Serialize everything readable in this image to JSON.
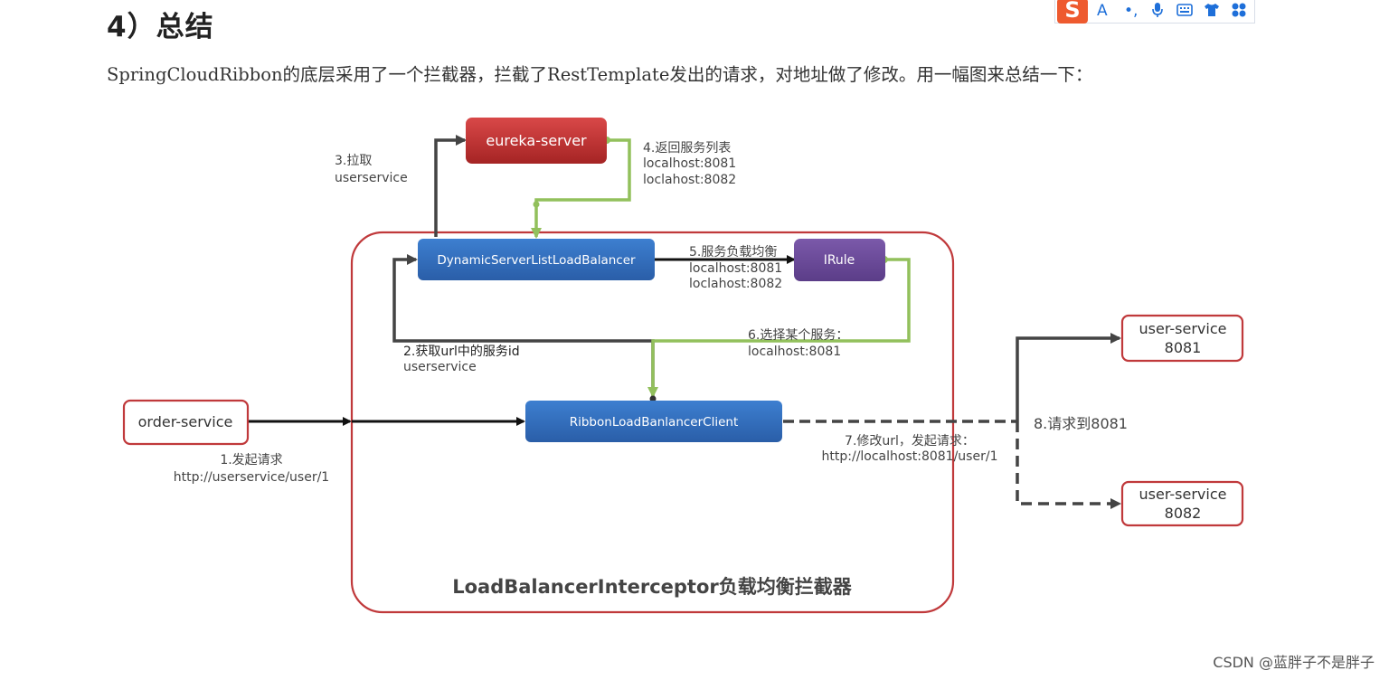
{
  "heading": "4）总结",
  "paragraph": "SpringCloudRibbon的底层采用了一个拦截器，拦截了RestTemplate发出的请求，对地址做了修改。用一幅图来总结一下：",
  "ime_toolbar": {
    "logo": "S",
    "icons": [
      "font-A-icon",
      "punctuation-icon",
      "microphone-icon",
      "keyboard-icon",
      "shirt-icon",
      "grid-icon"
    ],
    "accent": "#1e6fd9"
  },
  "diagram": {
    "eureka_server": "eureka-server",
    "pull_label": [
      "3.拉取",
      "userservice"
    ],
    "return_list_label": [
      "4.返回服务列表",
      "localhost:8081",
      "loclahost:8082"
    ],
    "dynamic_lb": "DynamicServerListLoadBalancer",
    "balance_label": [
      "5.服务负载均衡",
      "localhost:8081",
      "loclahost:8082"
    ],
    "irule": "IRule",
    "choose_label": [
      "6.选择某个服务：",
      "localhost:8081"
    ],
    "get_id_label": [
      "2.获取url中的服务id",
      "userservice"
    ],
    "ribbon_client": "RibbonLoadBanlancerClient",
    "order_service": "order-service",
    "request_label": [
      "1.发起请求",
      "http://userservice/user/1"
    ],
    "modify_label": [
      "7.修改url，发起请求：",
      "http://localhost:8081/user/1"
    ],
    "request_to_label": "8.请求到8081",
    "user_service_1": [
      "user-service",
      "8081"
    ],
    "user_service_2": [
      "user-service",
      "8082"
    ],
    "interceptor_title": "LoadBalancerInterceptor负载均衡拦截器",
    "colors": {
      "red_box": "#c0302f",
      "blue_box": "#2e6cba",
      "purple_box": "#6a4a98",
      "green_line": "#92c05c",
      "dark_line": "#444444",
      "red_border": "#c0393b"
    }
  },
  "footer": "CSDN @蓝胖子不是胖子"
}
